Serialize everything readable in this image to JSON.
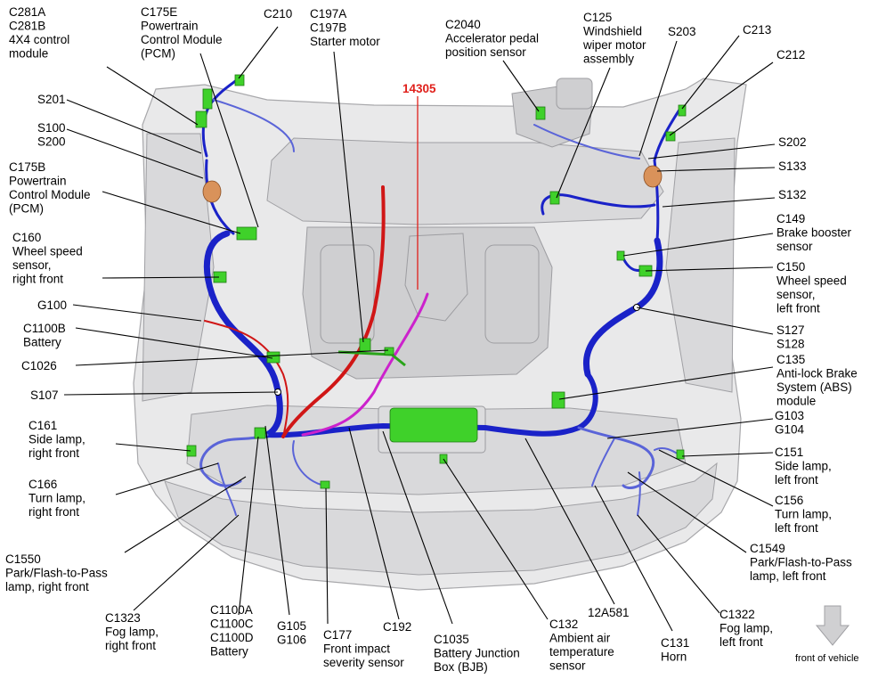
{
  "diagram": {
    "callout_14305": "14305",
    "left_labels": [
      {
        "id": "c281",
        "lines": [
          "C281A",
          "C281B",
          "4X4 control",
          "module"
        ]
      },
      {
        "id": "s201",
        "lines": [
          "S201"
        ]
      },
      {
        "id": "s100",
        "lines": [
          "S100",
          "S200"
        ]
      },
      {
        "id": "c175b",
        "lines": [
          "C175B",
          "Powertrain",
          "Control Module",
          "(PCM)"
        ]
      },
      {
        "id": "c160",
        "lines": [
          "C160",
          "Wheel speed",
          "sensor,",
          "right front"
        ]
      },
      {
        "id": "g100",
        "lines": [
          "G100"
        ]
      },
      {
        "id": "c1100b",
        "lines": [
          "C1100B",
          "Battery"
        ]
      },
      {
        "id": "c1026",
        "lines": [
          "C1026"
        ]
      },
      {
        "id": "s107",
        "lines": [
          "S107"
        ]
      },
      {
        "id": "c161",
        "lines": [
          "C161",
          "Side lamp,",
          "right front"
        ]
      },
      {
        "id": "c166",
        "lines": [
          "C166",
          "Turn lamp,",
          "right front"
        ]
      },
      {
        "id": "c1550",
        "lines": [
          "C1550",
          "Park/Flash-to-Pass",
          "lamp, right front"
        ]
      }
    ],
    "top_labels": [
      {
        "id": "c175e",
        "lines": [
          "C175E",
          "Powertrain",
          "Control Module",
          "(PCM)"
        ]
      },
      {
        "id": "c210",
        "lines": [
          "C210"
        ]
      },
      {
        "id": "c197",
        "lines": [
          "C197A",
          "C197B",
          "Starter motor"
        ]
      },
      {
        "id": "c2040",
        "lines": [
          "C2040",
          "Accelerator pedal",
          "position sensor"
        ]
      },
      {
        "id": "c125",
        "lines": [
          "C125",
          "Windshield",
          "wiper motor",
          "assembly"
        ]
      },
      {
        "id": "s203",
        "lines": [
          "S203"
        ]
      },
      {
        "id": "c213",
        "lines": [
          "C213"
        ]
      }
    ],
    "right_labels": [
      {
        "id": "c212",
        "lines": [
          "C212"
        ]
      },
      {
        "id": "s202",
        "lines": [
          "S202"
        ]
      },
      {
        "id": "s133",
        "lines": [
          "S133"
        ]
      },
      {
        "id": "s132",
        "lines": [
          "S132"
        ]
      },
      {
        "id": "c149",
        "lines": [
          "C149",
          "Brake booster",
          "sensor"
        ]
      },
      {
        "id": "c150",
        "lines": [
          "C150",
          "Wheel speed",
          "sensor,",
          "left front"
        ]
      },
      {
        "id": "s127",
        "lines": [
          "S127",
          "S128"
        ]
      },
      {
        "id": "c135",
        "lines": [
          "C135",
          "Anti-lock Brake",
          "System (ABS)",
          "module"
        ]
      },
      {
        "id": "g103",
        "lines": [
          "G103",
          "G104"
        ]
      },
      {
        "id": "c151",
        "lines": [
          "C151",
          "Side lamp,",
          "left front"
        ]
      },
      {
        "id": "c156",
        "lines": [
          "C156",
          "Turn lamp,",
          "left front"
        ]
      },
      {
        "id": "c1549",
        "lines": [
          "C1549",
          "Park/Flash-to-Pass",
          "lamp, left front"
        ]
      }
    ],
    "bottom_labels": [
      {
        "id": "c1323",
        "lines": [
          "C1323",
          "Fog lamp,",
          "right front"
        ]
      },
      {
        "id": "c1100a",
        "lines": [
          "C1100A",
          "C1100C",
          "C1100D",
          "Battery"
        ]
      },
      {
        "id": "g105",
        "lines": [
          "G105",
          "G106"
        ]
      },
      {
        "id": "c177",
        "lines": [
          "C177",
          "Front impact",
          "severity sensor"
        ]
      },
      {
        "id": "c192",
        "lines": [
          "C192"
        ]
      },
      {
        "id": "c1035",
        "lines": [
          "C1035",
          "Battery Junction",
          "Box (BJB)"
        ]
      },
      {
        "id": "c132",
        "lines": [
          "C132",
          "Ambient air",
          "temperature",
          "sensor"
        ]
      },
      {
        "id": "p12a581",
        "lines": [
          "12A581"
        ]
      },
      {
        "id": "c131",
        "lines": [
          "C131",
          "Horn"
        ]
      },
      {
        "id": "c1322",
        "lines": [
          "C1322",
          "Fog lamp,",
          "left front"
        ]
      }
    ],
    "front_of_vehicle": "front of vehicle",
    "colors": {
      "harness_blue": "#1a22c8",
      "harness_light_blue": "#5a64d8",
      "battery_cable_red": "#d01616",
      "harness_magenta": "#cc22cc",
      "connector_green": "#3fd12a",
      "splice_orange": "#d9925a",
      "callout_red": "#e0201b"
    },
    "icons": [
      "front-of-vehicle-arrow-icon"
    ]
  }
}
